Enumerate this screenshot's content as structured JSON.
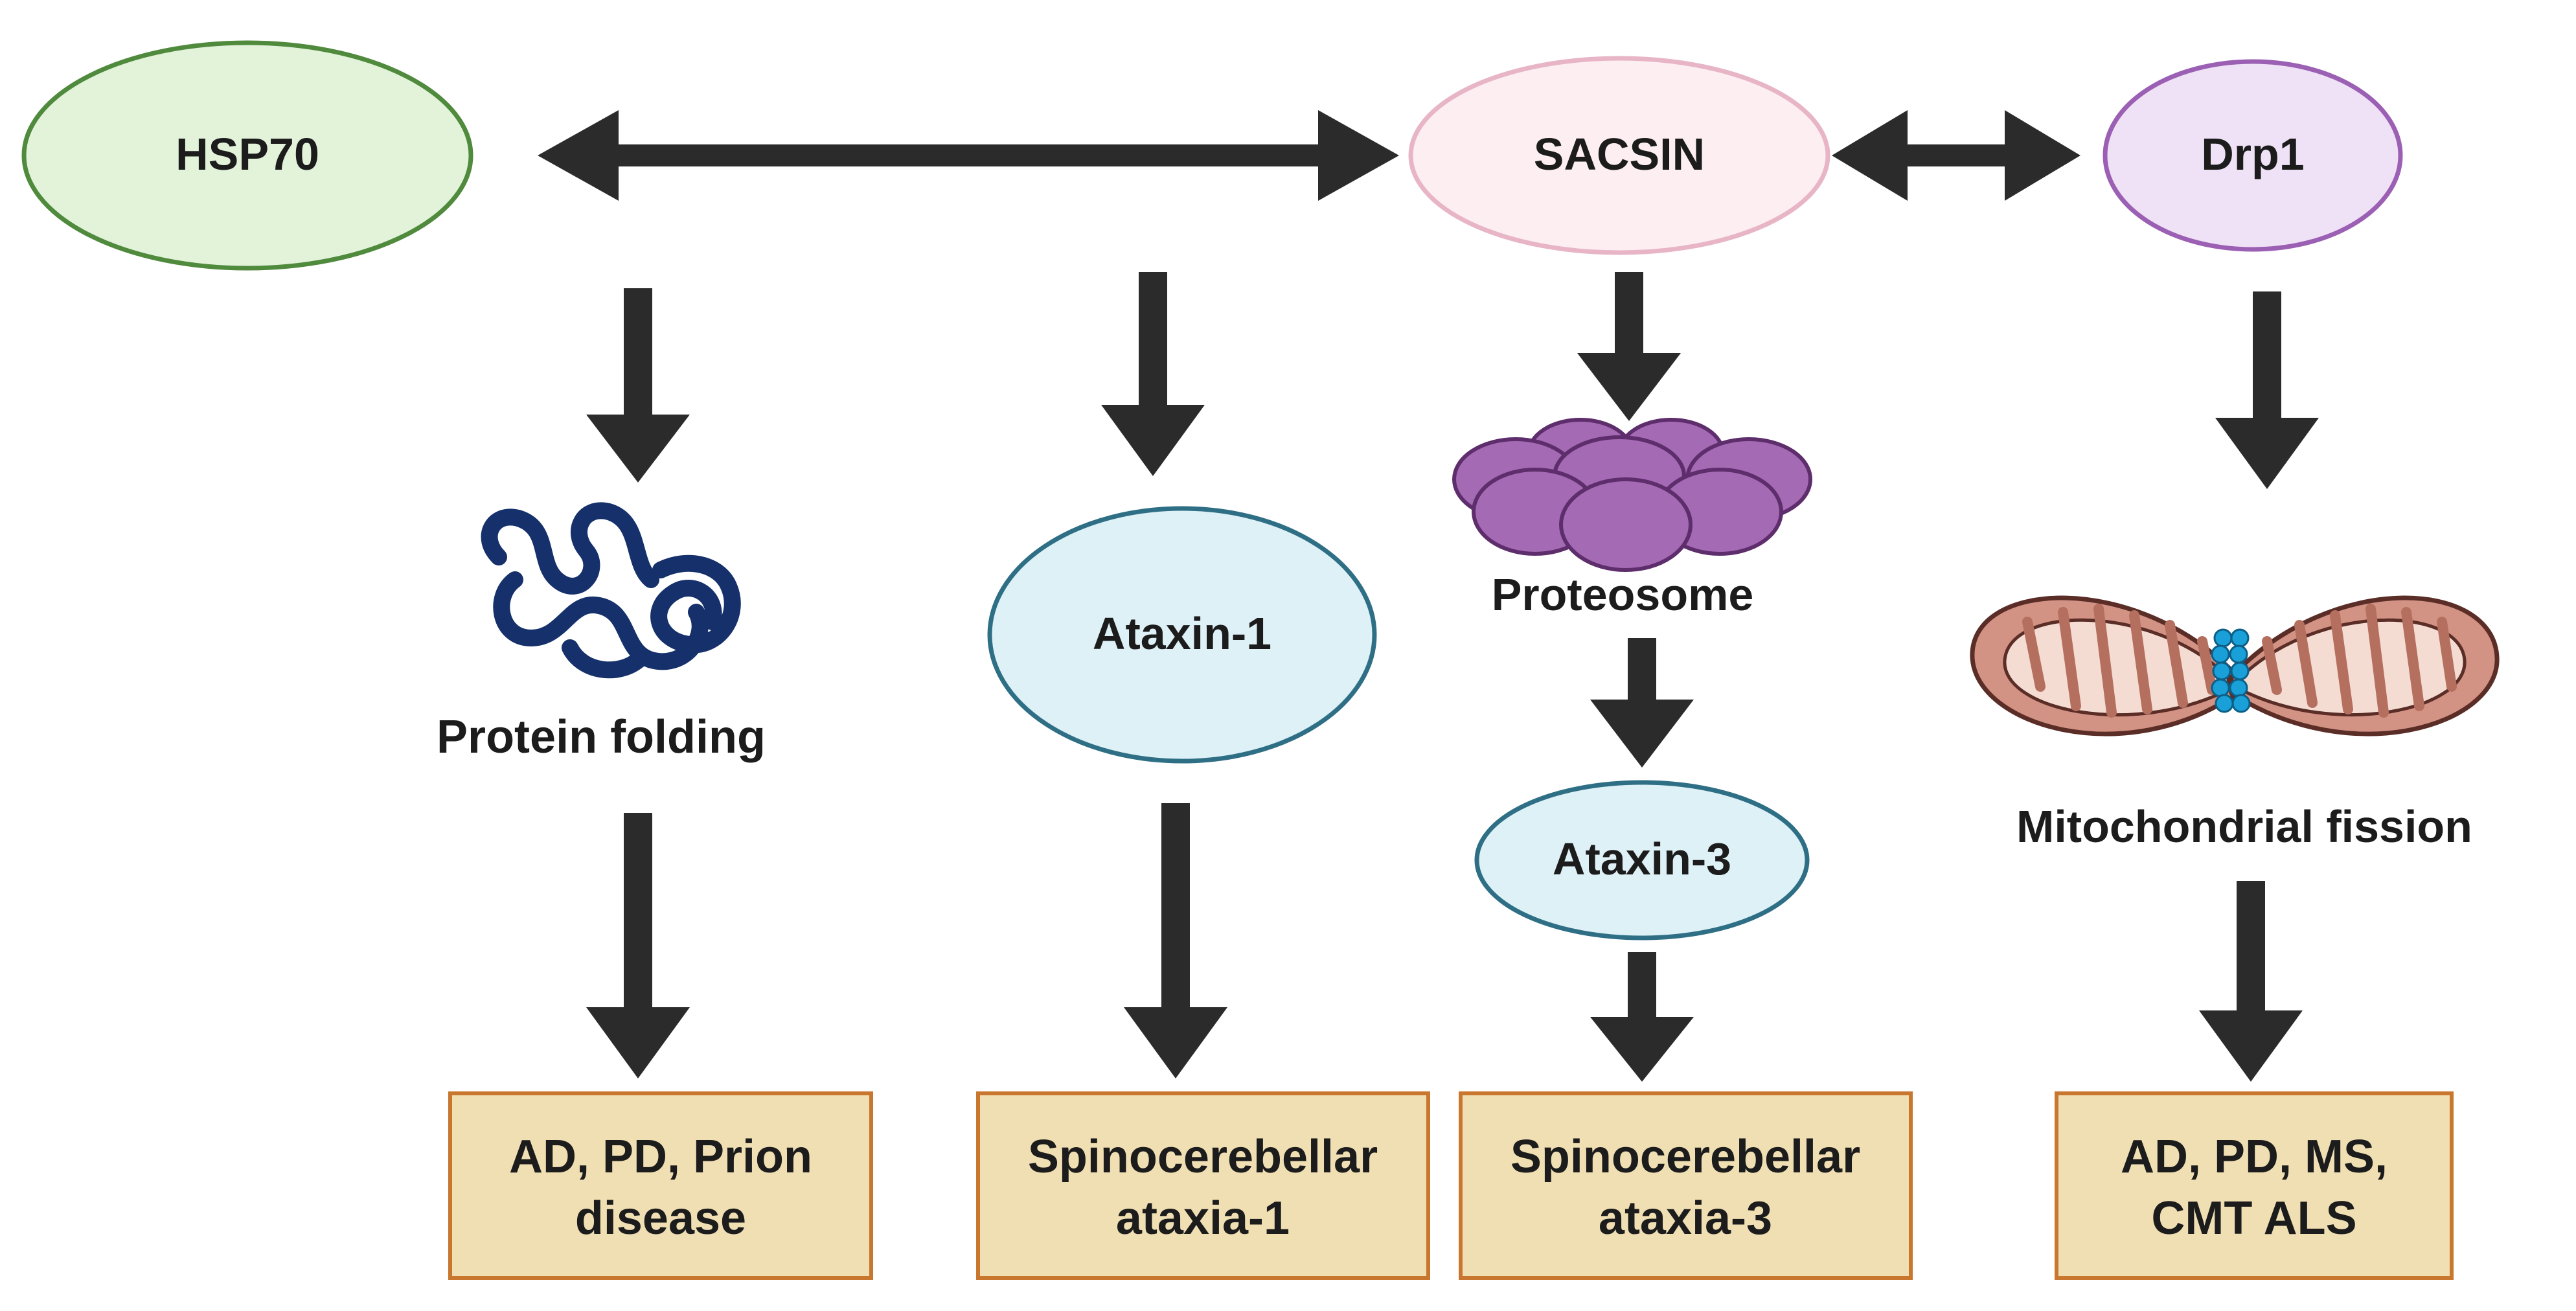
{
  "nodes": {
    "hsp70": {
      "label": "HSP70",
      "fill": "#e2f3da",
      "stroke": "#4f8a3d"
    },
    "sacsin": {
      "label": "SACSIN",
      "fill": "#fdeef2",
      "stroke": "#e7b5c6"
    },
    "drp1": {
      "label": "Drp1",
      "fill": "#efe1f6",
      "stroke": "#9b5fb3"
    },
    "ataxin1": {
      "label": "Ataxin-1",
      "fill": "#def1f6",
      "stroke": "#2f6f86"
    },
    "ataxin3": {
      "label": "Ataxin-3",
      "fill": "#def1f6",
      "stroke": "#2f6f86"
    }
  },
  "labels": {
    "protein_folding": "Protein folding",
    "proteosome": "Proteosome",
    "mito_fission": "Mitochondrial fission"
  },
  "outcomes": {
    "box1": {
      "line1": "AD, PD, Prion",
      "line2": "disease"
    },
    "box2": {
      "line1": "Spinocerebellar",
      "line2": "ataxia-1"
    },
    "box3": {
      "line1": "Spinocerebellar",
      "line2": "ataxia-3"
    },
    "box4": {
      "line1": "AD, PD, MS,",
      "line2": "CMT ALS"
    }
  },
  "colors": {
    "arrow": "#2b2b2b",
    "box_fill": "#f1dfb4",
    "box_stroke": "#c9772e",
    "protein_coil": "#15306a",
    "proteasome": "#a46ab3",
    "proteasome_stroke": "#5e2d6c",
    "mito_outer": "#d39384",
    "mito_inner": "#f4dcd2",
    "mito_stroke": "#5b2d27",
    "drp1_ring": "#1aa0d8"
  }
}
